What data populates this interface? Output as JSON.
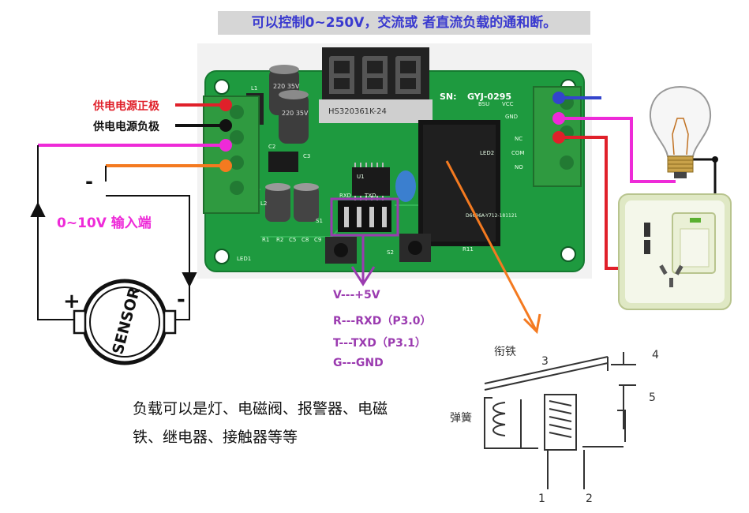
{
  "title": "可以控制0~250V，交流或 者直流负载的通和断。",
  "labels": {
    "power_positive": "供电电源正极",
    "power_negative": "供电电源负极",
    "input_range": "0~10V 输入端",
    "minus_sign": "-"
  },
  "pins": [
    "V---+5V",
    "R---RXD（P3.0）",
    "T---TXD（P3.1）",
    "G---GND"
  ],
  "load_description": [
    "负载可以是灯、电磁阀、报警器、电磁",
    "铁、继电器、接触器等等"
  ],
  "sensor": {
    "label": "SENSOR",
    "plus": "+",
    "minus": "-"
  },
  "board": {
    "model": "GYJ-0295",
    "sn_label": "SN:",
    "display_part": "HS320361K-24",
    "cap_text": "220 35V",
    "board_code": "D6696A-Y712-181121",
    "silk": [
      "R1",
      "R2",
      "C5",
      "C8",
      "C9",
      "S1",
      "S2",
      "R11",
      "LED1",
      "C2",
      "C3",
      "U1",
      "L1",
      "L2",
      "NC",
      "COM",
      "NO",
      "LED2",
      "RXD",
      "TXD",
      "VCC",
      "GND",
      "BSU"
    ]
  },
  "relay_diagram": {
    "armature": "衔铁",
    "spring": "弹簧",
    "numbers": [
      "1",
      "2",
      "3",
      "4",
      "5"
    ]
  },
  "colors": {
    "title_text": "#3a3acf",
    "title_bg": "#d6d6d6",
    "red_wire": "#e0202a",
    "black_wire": "#111111",
    "magenta_wire": "#ee2ad8",
    "orange_wire": "#f47a20",
    "blue_wire": "#3344cc",
    "purple_arrow": "#9b3bb0",
    "pcb_green": "#1e9a3f",
    "terminal_green": "#2f9a40"
  }
}
